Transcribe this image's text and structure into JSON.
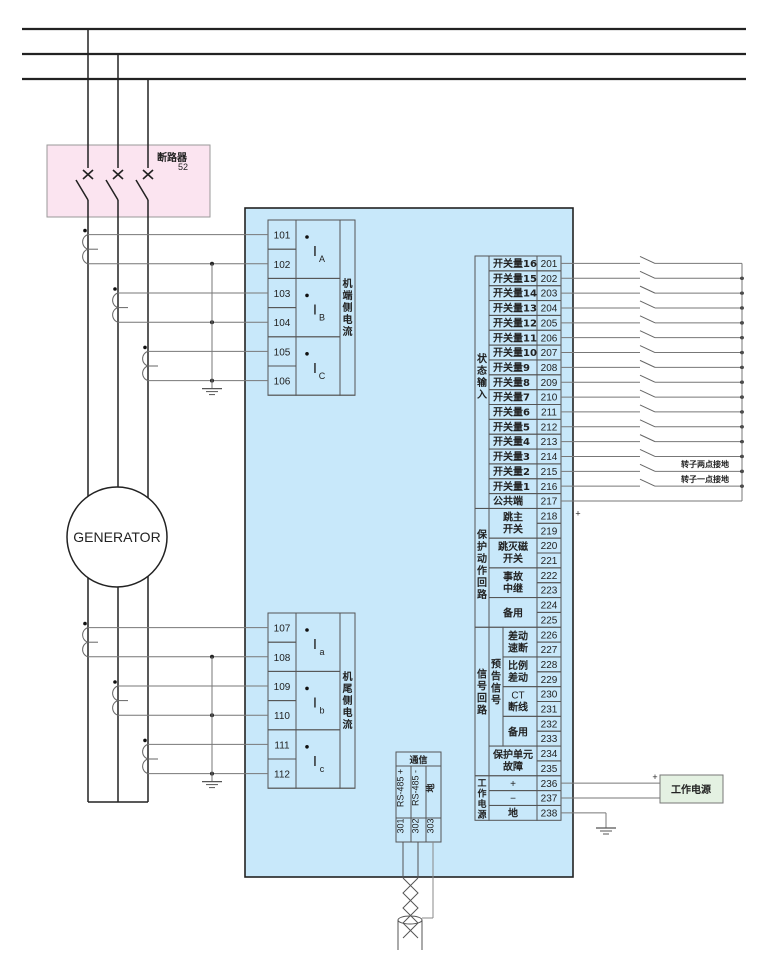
{
  "colors": {
    "panel_fill": "#c8e8fa",
    "breaker_fill": "#fbe4f0",
    "power_fill": "#e4f1e2",
    "line": "#222222",
    "wire": "#777777"
  },
  "breaker": {
    "title": "断路器",
    "number": "52"
  },
  "generator": {
    "label": "GENERATOR"
  },
  "machine_end_ct": {
    "title": "机端侧电流",
    "terminals": [
      "101",
      "102",
      "103",
      "104",
      "105",
      "106"
    ],
    "phases": [
      {
        "main": "I",
        "sub": "A"
      },
      {
        "main": "I",
        "sub": "B"
      },
      {
        "main": "I",
        "sub": "C"
      }
    ]
  },
  "neutral_end_ct": {
    "title": "机尾侧电流",
    "terminals": [
      "107",
      "108",
      "109",
      "110",
      "111",
      "112"
    ],
    "phases": [
      {
        "main": "I",
        "sub": "a"
      },
      {
        "main": "I",
        "sub": "b"
      },
      {
        "main": "I",
        "sub": "c"
      }
    ]
  },
  "status_input": {
    "title": "状态输入",
    "rows": [
      {
        "label": "开关量16",
        "terminal": "201"
      },
      {
        "label": "开关量15",
        "terminal": "202"
      },
      {
        "label": "开关量14",
        "terminal": "203"
      },
      {
        "label": "开关量13",
        "terminal": "204"
      },
      {
        "label": "开关量12",
        "terminal": "205"
      },
      {
        "label": "开关量11",
        "terminal": "206"
      },
      {
        "label": "开关量10",
        "terminal": "207"
      },
      {
        "label": "开关量9",
        "terminal": "208"
      },
      {
        "label": "开关量8",
        "terminal": "209"
      },
      {
        "label": "开关量7",
        "terminal": "210"
      },
      {
        "label": "开关量6",
        "terminal": "211"
      },
      {
        "label": "开关量5",
        "terminal": "212"
      },
      {
        "label": "开关量4",
        "terminal": "213"
      },
      {
        "label": "开关量3",
        "terminal": "214"
      },
      {
        "label": "开关量2",
        "terminal": "215"
      },
      {
        "label": "开关量1",
        "terminal": "216"
      },
      {
        "label": "公共端",
        "terminal": "217"
      }
    ],
    "external_labels": [
      "转子两点接地",
      "转子一点接地"
    ]
  },
  "protection_output": {
    "title": "保护动作回路",
    "groups": [
      {
        "label": "跳主开关",
        "terminals": [
          "218",
          "219"
        ]
      },
      {
        "label": "跳灭磁开关",
        "terminals": [
          "220",
          "221"
        ]
      },
      {
        "label": "事故中继",
        "terminals": [
          "222",
          "223"
        ]
      },
      {
        "label": "备用",
        "terminals": [
          "224",
          "225"
        ]
      }
    ]
  },
  "signal_output": {
    "title": "信号回路",
    "subtitle": "预告信号",
    "groups": [
      {
        "label": "差动速断",
        "terminals": [
          "226",
          "227"
        ]
      },
      {
        "label": "比例差动",
        "terminals": [
          "228",
          "229"
        ]
      },
      {
        "label": "CT断线",
        "terminals": [
          "230",
          "231"
        ]
      },
      {
        "label": "备用",
        "terminals": [
          "232",
          "233"
        ]
      }
    ],
    "fault": {
      "label": "保护单元故障",
      "terminals": [
        "234",
        "235"
      ]
    }
  },
  "power": {
    "title": "工作电源",
    "rows": [
      {
        "label": "+",
        "terminal": "236"
      },
      {
        "label": "−",
        "terminal": "237"
      },
      {
        "label": "地",
        "terminal": "238"
      }
    ],
    "supply_label": "工作电源",
    "plus_mark": "+"
  },
  "comm": {
    "title": "通信",
    "rows": [
      {
        "label": "RS-485 +",
        "terminal": "301"
      },
      {
        "label": "RS-485 -",
        "terminal": "302"
      },
      {
        "label": "地",
        "terminal": "303"
      }
    ]
  },
  "misc": {
    "plus_mark": "+"
  }
}
